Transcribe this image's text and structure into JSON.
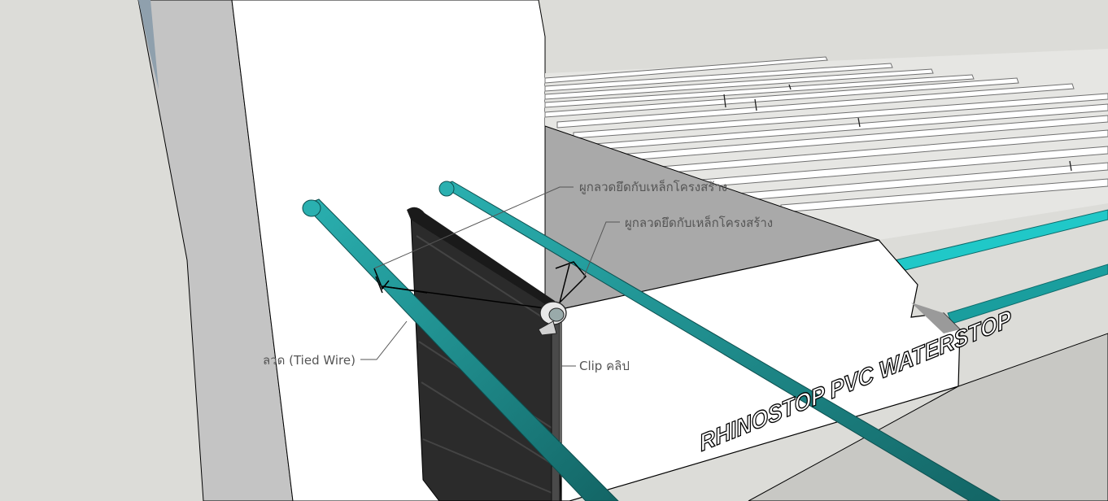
{
  "diagram": {
    "labels": {
      "tie_wire_to_rebar_1": "ผูกลวดยึดกับเหล็กโครงสร้าง",
      "tie_wire_to_rebar_2": "ผูกลวดยึดกับเหล็กโครงสร้าง",
      "tied_wire": "ลวด (Tied Wire)",
      "clip": "Clip คลิป"
    },
    "brand_text": "RHINOSTOP PVC WATERSTOP",
    "colors": {
      "background": "#dcdcd8",
      "rebar": "#1f8c8c",
      "rebar_highlight": "#2ebfbf",
      "waterstop": "#2b2b2b",
      "concrete_wall": "#ffffff",
      "concrete_shadow": "#bdbdbd",
      "slab_side": "#a9a9a9",
      "distant_rebar": "#20c8c8"
    }
  }
}
